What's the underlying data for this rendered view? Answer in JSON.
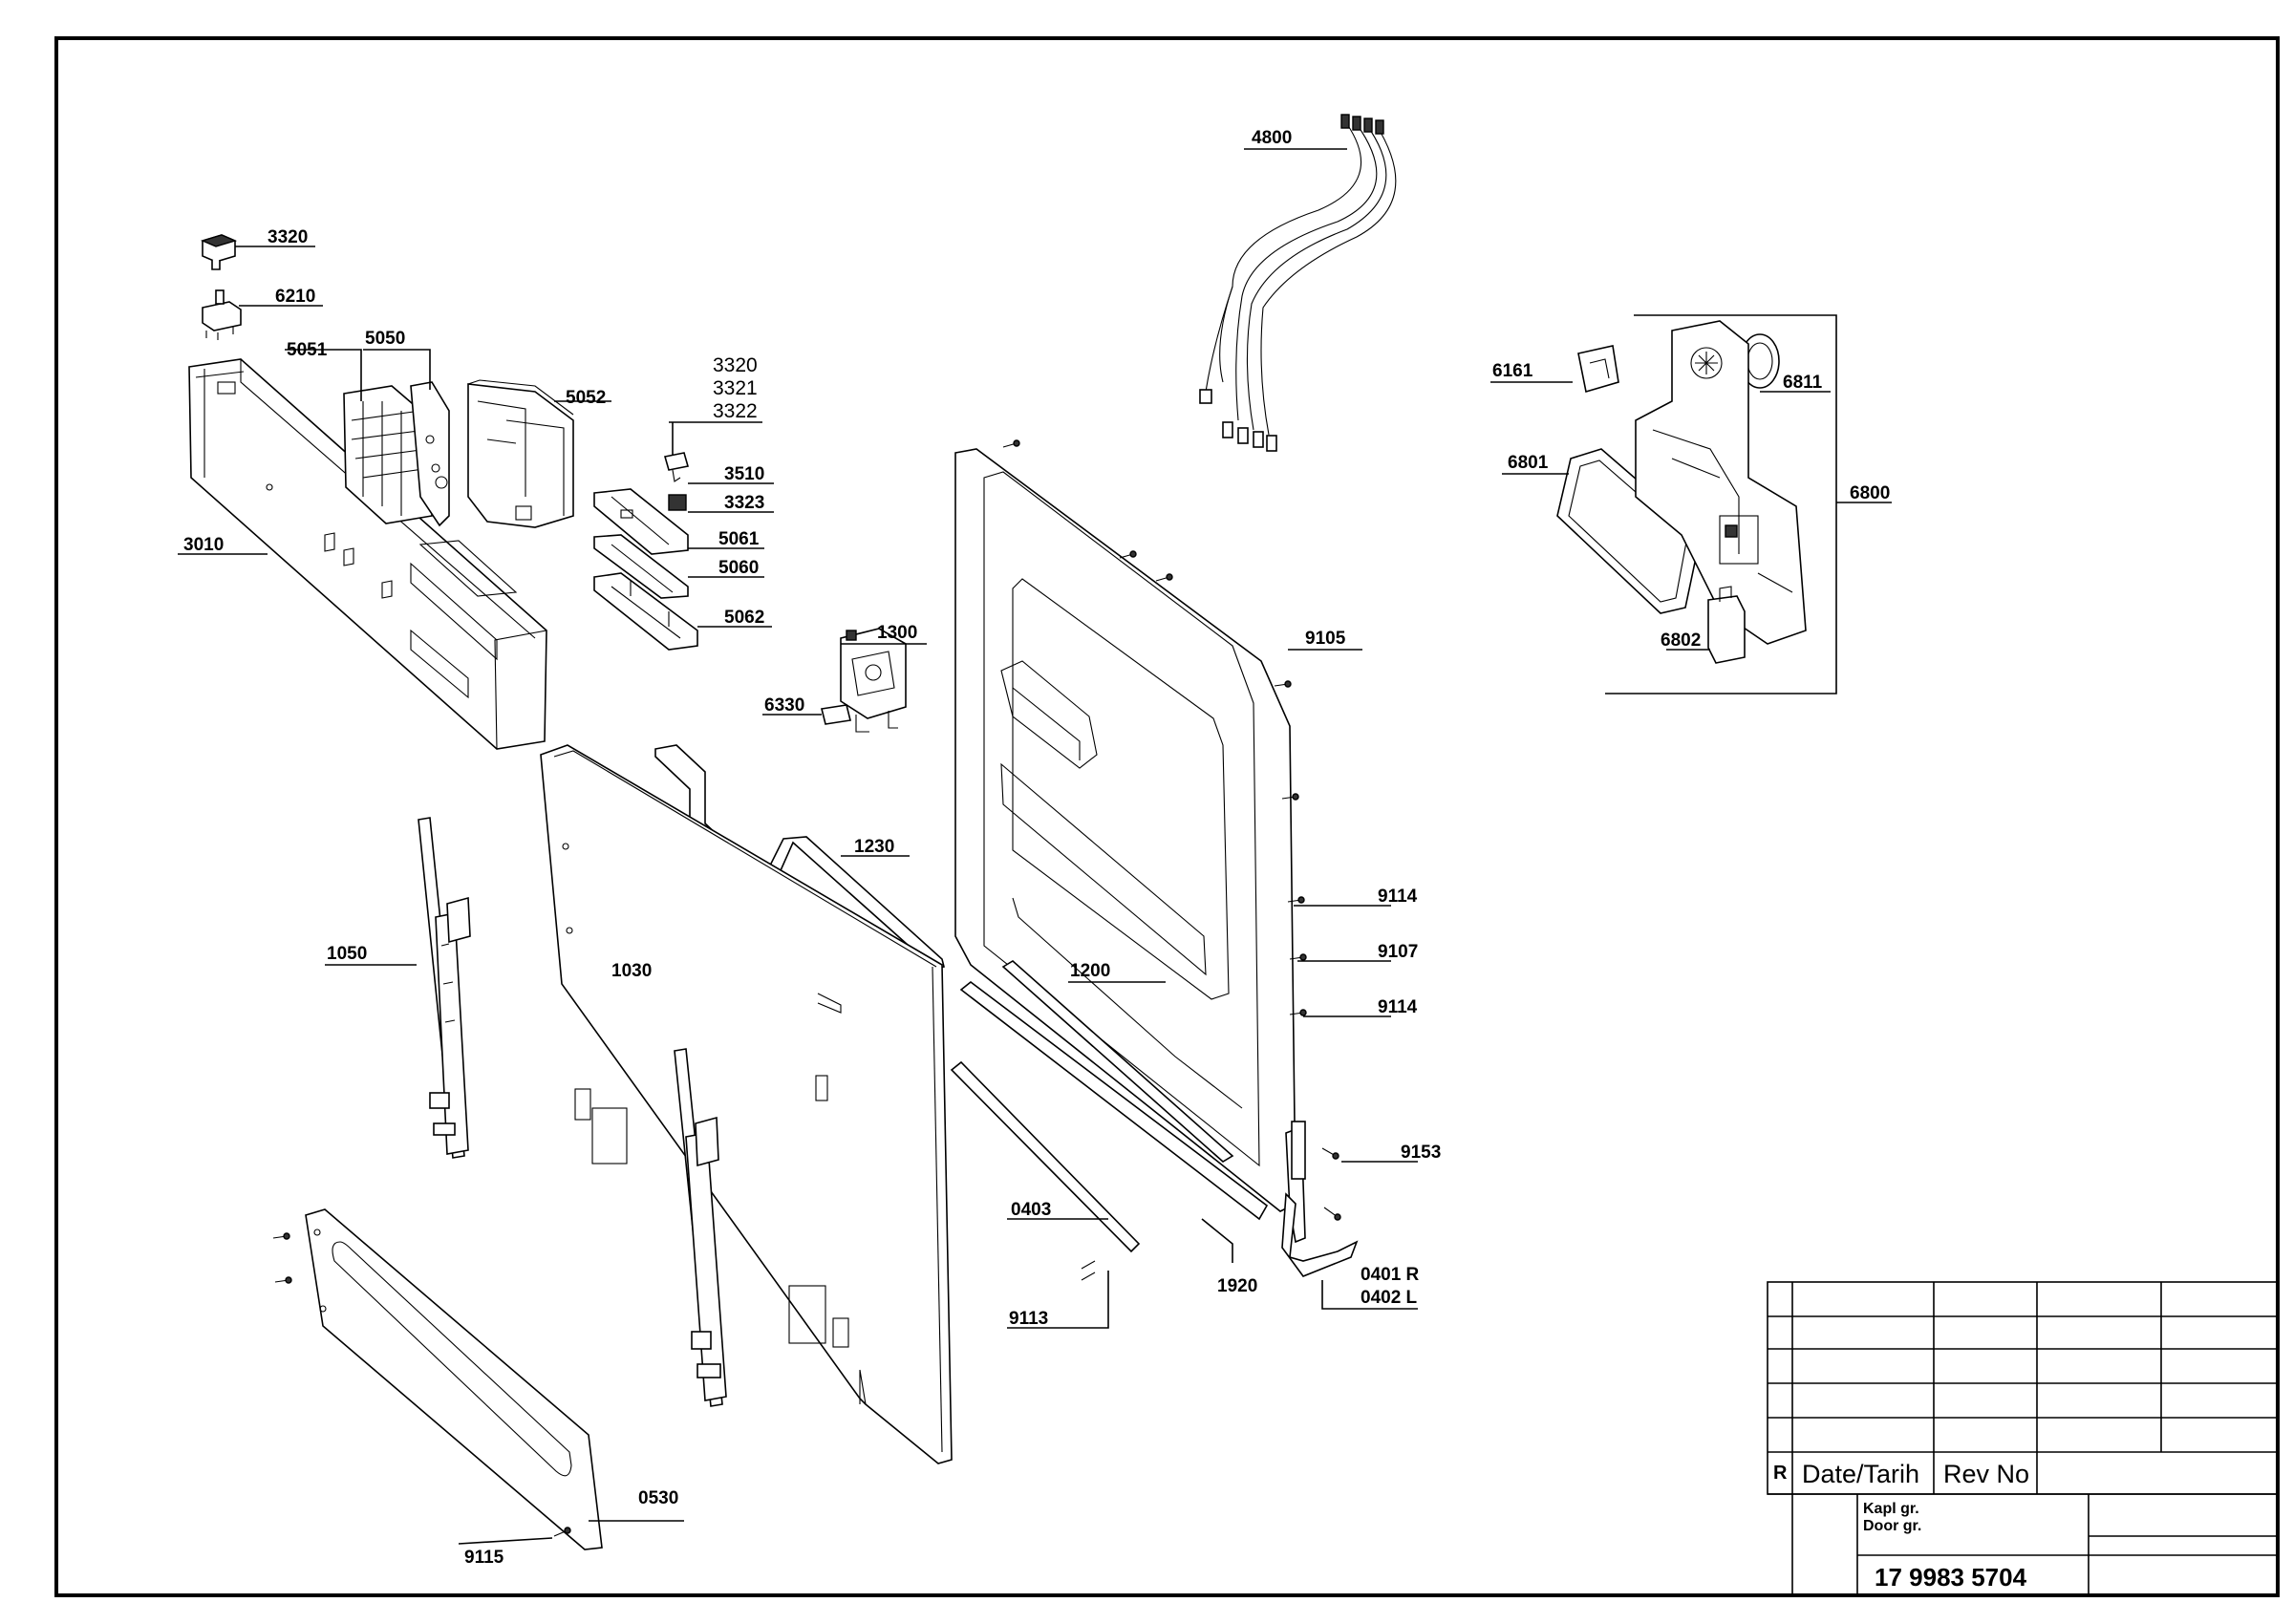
{
  "drawing": {
    "labels": [
      {
        "id": "l3320a",
        "text": "3320"
      },
      {
        "id": "l6210",
        "text": "6210"
      },
      {
        "id": "l5051",
        "text": "5051"
      },
      {
        "id": "l5050",
        "text": "5050"
      },
      {
        "id": "l5052",
        "text": "5052"
      },
      {
        "id": "l3010",
        "text": "3010"
      },
      {
        "id": "l3320b",
        "text": "3320"
      },
      {
        "id": "l3321",
        "text": "3321"
      },
      {
        "id": "l3322",
        "text": "3322"
      },
      {
        "id": "l3510",
        "text": "3510"
      },
      {
        "id": "l3323",
        "text": "3323"
      },
      {
        "id": "l5061",
        "text": "5061"
      },
      {
        "id": "l5060",
        "text": "5060"
      },
      {
        "id": "l5062",
        "text": "5062"
      },
      {
        "id": "l1300",
        "text": "1300"
      },
      {
        "id": "l6330",
        "text": "6330"
      },
      {
        "id": "l4800",
        "text": "4800"
      },
      {
        "id": "l6161",
        "text": "6161"
      },
      {
        "id": "l6811",
        "text": "6811"
      },
      {
        "id": "l6801",
        "text": "6801"
      },
      {
        "id": "l6800",
        "text": "6800"
      },
      {
        "id": "l6802",
        "text": "6802"
      },
      {
        "id": "l9105",
        "text": "9105"
      },
      {
        "id": "l1230",
        "text": "1230"
      },
      {
        "id": "l1050",
        "text": "1050"
      },
      {
        "id": "l1030",
        "text": "1030"
      },
      {
        "id": "l1200",
        "text": "1200"
      },
      {
        "id": "l9114a",
        "text": "9114"
      },
      {
        "id": "l9107",
        "text": "9107"
      },
      {
        "id": "l9114b",
        "text": "9114"
      },
      {
        "id": "l9153",
        "text": "9153"
      },
      {
        "id": "l0403",
        "text": "0403"
      },
      {
        "id": "l1920",
        "text": "1920"
      },
      {
        "id": "l0401",
        "text": "0401 R"
      },
      {
        "id": "l0402",
        "text": "0402 L"
      },
      {
        "id": "l9113",
        "text": "9113"
      },
      {
        "id": "l0530",
        "text": "0530"
      },
      {
        "id": "l9115",
        "text": "9115"
      }
    ]
  },
  "title_block": {
    "rev_marker": "R",
    "date_header": "Date/Tarih",
    "rev_header": "Rev No",
    "group_tr": "Kapl gr.",
    "group_en": "Door gr.",
    "drawing_number": "17 9983 5704"
  }
}
